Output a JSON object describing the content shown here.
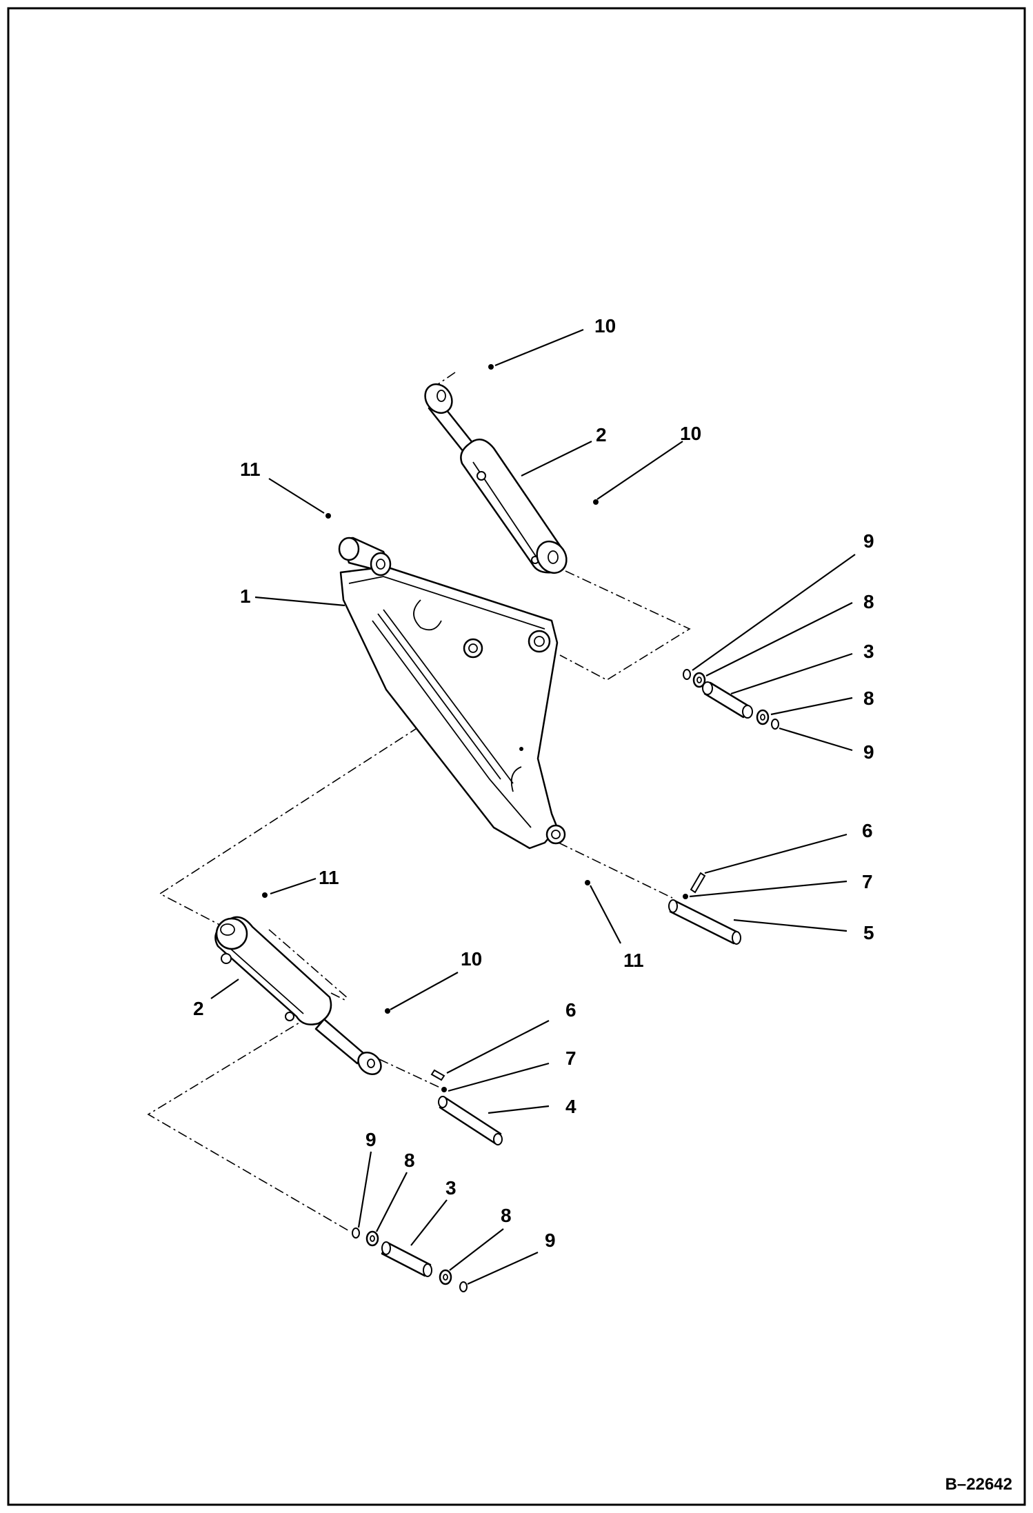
{
  "drawing_number": "B–22642",
  "callouts": {
    "c10_top": "10",
    "c2_upper": "2",
    "c10_right": "10",
    "c11_top": "11",
    "c1": "1",
    "c9_a": "9",
    "c8_a": "8",
    "c3_a": "3",
    "c8_b": "8",
    "c9_b": "9",
    "c6_right": "6",
    "c7_right": "7",
    "c5": "5",
    "c11_mid": "11",
    "c11_left": "11",
    "c2_lower": "2",
    "c10_lower": "10",
    "c6_lower": "6",
    "c7_lower": "7",
    "c4": "4",
    "c9_c": "9",
    "c8_c": "8",
    "c3_b": "3",
    "c8_d": "8",
    "c9_d": "9"
  }
}
